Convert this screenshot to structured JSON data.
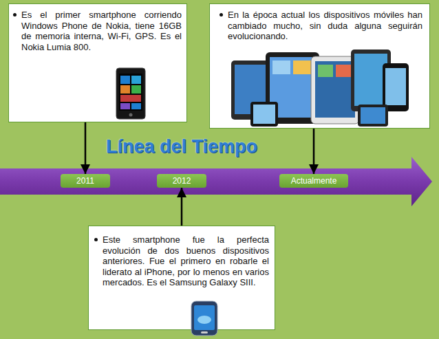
{
  "diagram": {
    "title": "Línea del Tiempo",
    "nodes": [
      {
        "text": [
          "Es el primer smartphone corriendo Windows Phone de Nokia, tiene 16GB de memoria interna, Wi-Fi, GPS. Es el Nokia Lumia 800."
        ]
      },
      {
        "text": [
          "En la época actual los dispositivos móviles han cambiado mucho, sin duda alguna seguirán evolucionando."
        ]
      },
      {
        "text": [
          "2011"
        ]
      },
      {
        "text": [
          "2012"
        ]
      },
      {
        "text": [
          "Actualmente"
        ]
      },
      {
        "text": [
          "Este smartphone fue la perfecta evolución de dos buenos dispositivos anteriores. Fue el primero en robarle el liderato al iPhone, por lo menos en varios mercados. Es el Samsung Galaxy SIII."
        ]
      }
    ],
    "edges": [
      {
        "from": 0,
        "to": 2,
        "arrow": "to"
      },
      {
        "from": 1,
        "to": 4,
        "arrow": "to"
      },
      {
        "from": 5,
        "to": 3,
        "arrow": "to"
      }
    ]
  }
}
